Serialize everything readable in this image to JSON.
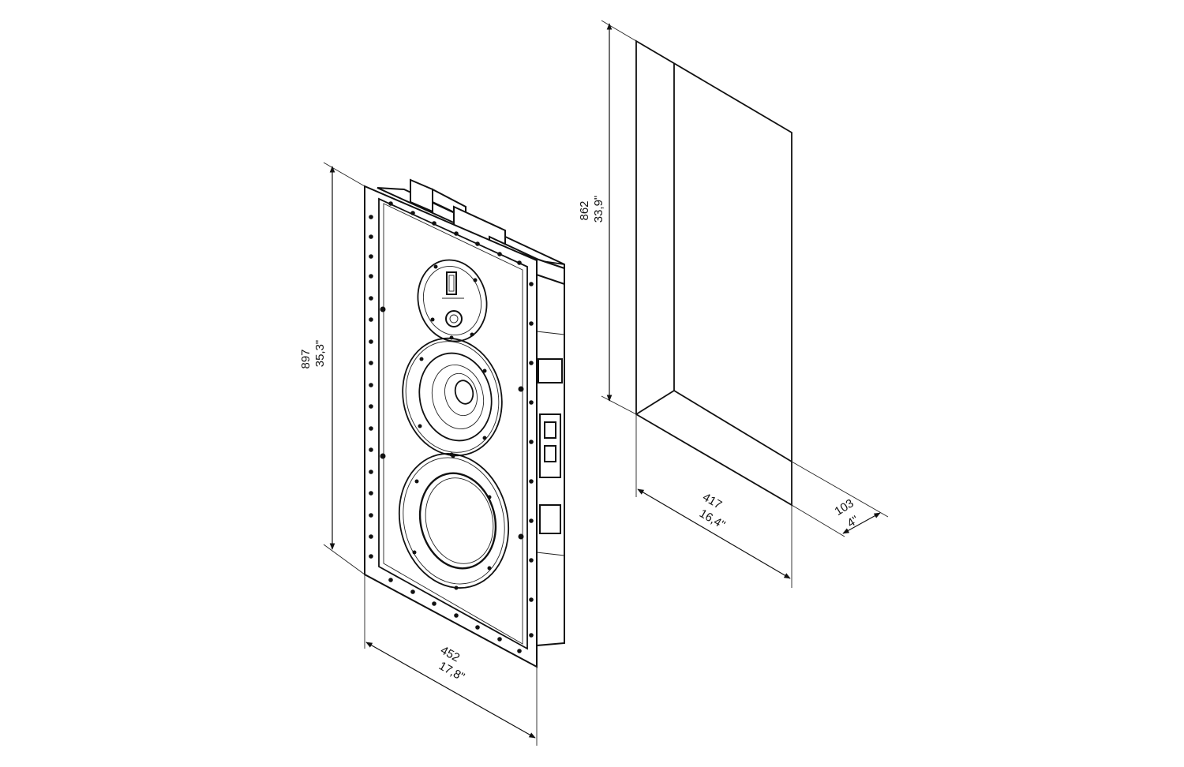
{
  "speaker": {
    "height_mm": "897",
    "height_in": "35,3\"",
    "width_mm": "452",
    "width_in": "17,8\""
  },
  "cutout": {
    "height_mm": "862",
    "height_in": "33,9\"",
    "width_mm": "417",
    "width_in": "16,4\"",
    "depth_mm": "103",
    "depth_in": "4\""
  },
  "colors": {
    "line": "#111111",
    "background": "#ffffff"
  }
}
